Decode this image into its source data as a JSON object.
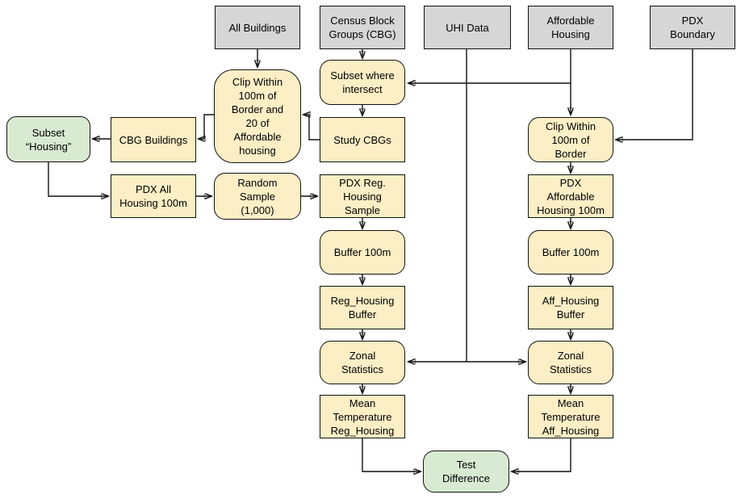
{
  "diagram": {
    "colors": {
      "source_fill": "#d6d6d6",
      "process_fill": "#fceec5",
      "result_fill": "#d9ead3",
      "border": "#111111"
    },
    "nodes": [
      {
        "id": "all-buildings",
        "kind": "source",
        "label": "All Buildings"
      },
      {
        "id": "census-block-groups",
        "kind": "source",
        "label": "Census Block\nGroups (CBG)"
      },
      {
        "id": "uhi-data",
        "kind": "source",
        "label": "UHI Data"
      },
      {
        "id": "affordable-housing",
        "kind": "source",
        "label": "Affordable\nHousing"
      },
      {
        "id": "pdx-boundary",
        "kind": "source",
        "label": "PDX\nBoundary"
      },
      {
        "id": "clip-100m-border-20-affordable",
        "kind": "process",
        "label": "Clip Within\n100m of\nBorder and\n20 of\nAffordable\nhousing"
      },
      {
        "id": "subset-where-intersect",
        "kind": "process",
        "label": "Subset where\nintersect"
      },
      {
        "id": "cbg-buildings",
        "kind": "data",
        "label": "CBG Buildings"
      },
      {
        "id": "study-cbgs",
        "kind": "data",
        "label": "Study CBGs"
      },
      {
        "id": "subset-housing",
        "kind": "result",
        "label": "Subset\n“Housing”"
      },
      {
        "id": "pdx-all-housing-100m",
        "kind": "data",
        "label": "PDX All\nHousing 100m"
      },
      {
        "id": "random-sample",
        "kind": "process",
        "label": "Random\nSample\n(1,000)"
      },
      {
        "id": "pdx-reg-housing-sample",
        "kind": "data",
        "label": "PDX Reg.\nHousing\nSample"
      },
      {
        "id": "buffer-100m-reg",
        "kind": "process",
        "label": "Buffer 100m"
      },
      {
        "id": "reg-housing-buffer",
        "kind": "data",
        "label": "Reg_Housing\nBuffer"
      },
      {
        "id": "zonal-statistics-reg",
        "kind": "process",
        "label": "Zonal\nStatistics"
      },
      {
        "id": "mean-temperature-reg-housing",
        "kind": "data",
        "label": "Mean\nTemperature\nReg_Housing"
      },
      {
        "id": "clip-100m-border",
        "kind": "process",
        "label": "Clip Within\n100m of\nBorder"
      },
      {
        "id": "pdx-affordable-housing-100m",
        "kind": "data",
        "label": "PDX\nAffordable\nHousing 100m"
      },
      {
        "id": "buffer-100m-aff",
        "kind": "process",
        "label": "Buffer 100m"
      },
      {
        "id": "aff-housing-buffer",
        "kind": "data",
        "label": "Aff_Housing\nBuffer"
      },
      {
        "id": "zonal-statistics-aff",
        "kind": "process",
        "label": "Zonal\nStatistics"
      },
      {
        "id": "mean-temperature-aff-housing",
        "kind": "data",
        "label": "Mean\nTemperature\nAff_Housing"
      },
      {
        "id": "test-difference",
        "kind": "result",
        "label": "Test\nDifference"
      }
    ],
    "edges": [
      {
        "from": "all-buildings",
        "to": "clip-100m-border-20-affordable"
      },
      {
        "from": "census-block-groups",
        "to": "subset-where-intersect"
      },
      {
        "from": "affordable-housing",
        "to": "subset-where-intersect"
      },
      {
        "from": "subset-where-intersect",
        "to": "study-cbgs"
      },
      {
        "from": "study-cbgs",
        "to": "clip-100m-border-20-affordable"
      },
      {
        "from": "clip-100m-border-20-affordable",
        "to": "cbg-buildings"
      },
      {
        "from": "cbg-buildings",
        "to": "subset-housing"
      },
      {
        "from": "subset-housing",
        "to": "pdx-all-housing-100m"
      },
      {
        "from": "pdx-all-housing-100m",
        "to": "random-sample"
      },
      {
        "from": "random-sample",
        "to": "pdx-reg-housing-sample"
      },
      {
        "from": "pdx-reg-housing-sample",
        "to": "buffer-100m-reg"
      },
      {
        "from": "buffer-100m-reg",
        "to": "reg-housing-buffer"
      },
      {
        "from": "reg-housing-buffer",
        "to": "zonal-statistics-reg"
      },
      {
        "from": "uhi-data",
        "to": "zonal-statistics-reg"
      },
      {
        "from": "uhi-data",
        "to": "zonal-statistics-aff"
      },
      {
        "from": "zonal-statistics-reg",
        "to": "mean-temperature-reg-housing"
      },
      {
        "from": "mean-temperature-reg-housing",
        "to": "test-difference"
      },
      {
        "from": "affordable-housing",
        "to": "clip-100m-border"
      },
      {
        "from": "pdx-boundary",
        "to": "clip-100m-border"
      },
      {
        "from": "clip-100m-border",
        "to": "pdx-affordable-housing-100m"
      },
      {
        "from": "pdx-affordable-housing-100m",
        "to": "buffer-100m-aff"
      },
      {
        "from": "buffer-100m-aff",
        "to": "aff-housing-buffer"
      },
      {
        "from": "aff-housing-buffer",
        "to": "zonal-statistics-aff"
      },
      {
        "from": "zonal-statistics-aff",
        "to": "mean-temperature-aff-housing"
      },
      {
        "from": "mean-temperature-aff-housing",
        "to": "test-difference"
      }
    ]
  }
}
